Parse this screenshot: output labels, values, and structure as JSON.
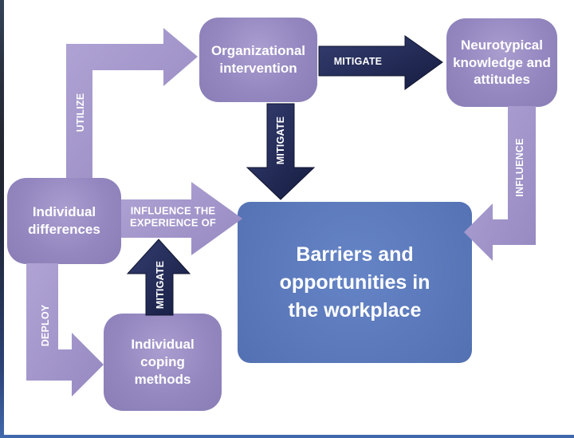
{
  "diagram": {
    "description": "Flow diagram of factors shaping barriers and opportunities in the workplace",
    "palette": {
      "node_purple": "#9487c0",
      "arrow_purple": "#a598cb",
      "arrow_navy": "#1e2550",
      "node_blue": "#5b79ba",
      "label_text": "#ffffff",
      "frame_left_top": "#35435a",
      "frame_bottom": "#4168ac",
      "background": "#ffffff"
    },
    "nodes": {
      "organizational_intervention": {
        "label": "Organizational\nintervention"
      },
      "neurotypical_knowledge": {
        "label": "Neurotypical\nknowledge and\nattitudes"
      },
      "individual_differences": {
        "label": "Individual\ndifferences"
      },
      "individual_coping_methods": {
        "label": "Individual\ncoping\nmethods"
      },
      "barriers_opportunities": {
        "label": "Barriers and\nopportunities in\nthe workplace"
      }
    },
    "arrows": {
      "utilize": {
        "label": "UTILIZE",
        "from": "individual_differences",
        "to": "organizational_intervention",
        "color": "purple"
      },
      "mitigate_org_to_neuro": {
        "label": "MITIGATE",
        "from": "organizational_intervention",
        "to": "neurotypical_knowledge",
        "color": "navy"
      },
      "mitigate_org_to_barriers": {
        "label": "MITIGATE",
        "from": "organizational_intervention",
        "to": "barriers_opportunities",
        "color": "navy"
      },
      "influence": {
        "label": "INFLUENCE",
        "from": "neurotypical_knowledge",
        "to": "barriers_opportunities",
        "color": "purple"
      },
      "influence_the_experience_of": {
        "label": "INFLUENCE THE\nEXPERIENCE OF",
        "from": "individual_differences",
        "to": "barriers_opportunities",
        "color": "purple"
      },
      "deploy": {
        "label": "DEPLOY",
        "from": "individual_differences",
        "to": "individual_coping_methods",
        "color": "purple"
      },
      "mitigate_coping_to_experience": {
        "label": "MITIGATE",
        "from": "individual_coping_methods",
        "to": "influence_the_experience_of",
        "color": "navy"
      }
    }
  }
}
